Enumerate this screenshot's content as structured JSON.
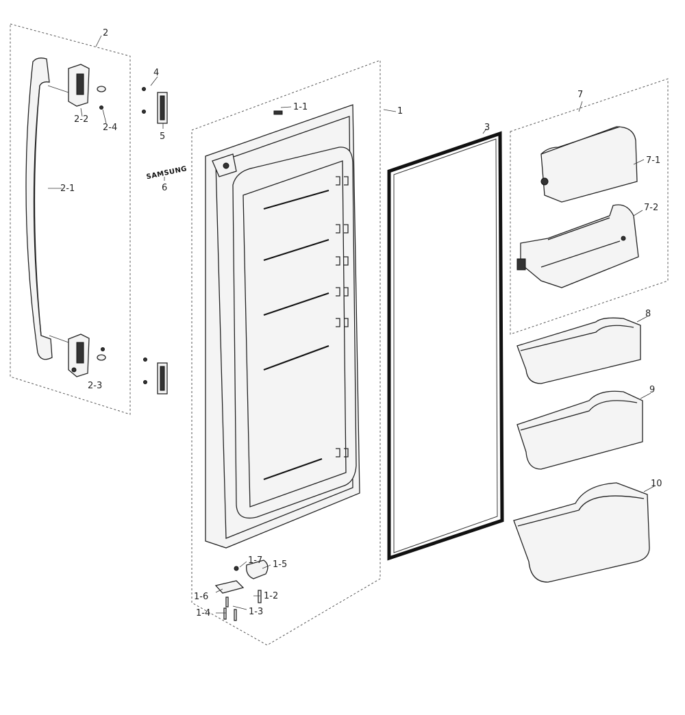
{
  "diagram": {
    "labels": {
      "door_assy": "1",
      "cap_top": "1-1",
      "pin_hinge": "1-2",
      "screw_a": "1-3",
      "screw_b": "1-4",
      "bushing": "1-5",
      "hinge_plate": "1-6",
      "washer": "1-7",
      "handle_assy": "2",
      "handle": "2-1",
      "handle_cap_upper": "2-2",
      "handle_cap_lower": "2-3",
      "handle_screw": "2-4",
      "gasket": "3",
      "screw_4": "4",
      "bracket_5": "5",
      "badge": "6",
      "dairy_assy": "7",
      "dairy_cover": "7-1",
      "dairy_case": "7-2",
      "guard_8": "8",
      "guard_9": "9",
      "guard_10": "10"
    },
    "badge_logo_text": "SAMSUNG"
  }
}
